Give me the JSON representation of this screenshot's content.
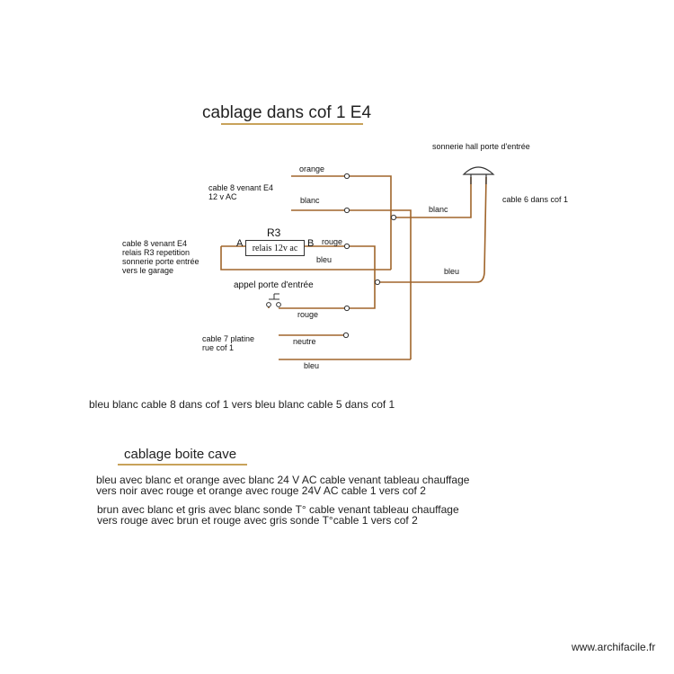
{
  "title_main": "cablage dans cof 1 E4",
  "accent_color": "#c8a25a",
  "wire_color": "#a0652b",
  "doorbell_label": "sonnerie hall porte d'entrée",
  "cable6_label": "cable 6 dans cof 1",
  "cable8_e4_label": [
    "cable 8 venant E4",
    "12 v AC"
  ],
  "cable8_relay_label": [
    "cable 8 venant E4",
    "relais R3 repetition",
    "sonnerie porte entrée",
    "vers le garage"
  ],
  "cable7_label": [
    "cable 7 platine",
    "rue cof 1"
  ],
  "call_button_label": "appel porte d'entrée",
  "relay": {
    "name": "R3",
    "text": "relais 12v ac",
    "terminal_a": "A",
    "terminal_b": "B"
  },
  "wires": {
    "orange": "orange",
    "blanc_top": "blanc",
    "blanc_right": "blanc",
    "rouge_relay": "rouge",
    "bleu_relay": "bleu",
    "bleu_right": "bleu",
    "rouge_button": "rouge",
    "neutre": "neutre",
    "bleu_bottom": "bleu"
  },
  "note_bleu_blanc": "bleu blanc cable 8 dans cof 1 vers bleu blanc cable 5 dans cof 1",
  "title_cave": "cablage boite  cave",
  "cave_lines_1": [
    "bleu avec blanc et orange avec blanc 24 V AC cable venant tableau chauffage",
    "vers noir avec rouge et orange avec rouge 24V AC cable 1 vers cof 2"
  ],
  "cave_lines_2": [
    "brun avec blanc et gris avec blanc sonde T° cable venant tableau chauffage",
    "vers rouge avec brun et rouge avec gris  sonde T°cable 1 vers cof 2"
  ],
  "watermark": "www.archifacile.fr"
}
